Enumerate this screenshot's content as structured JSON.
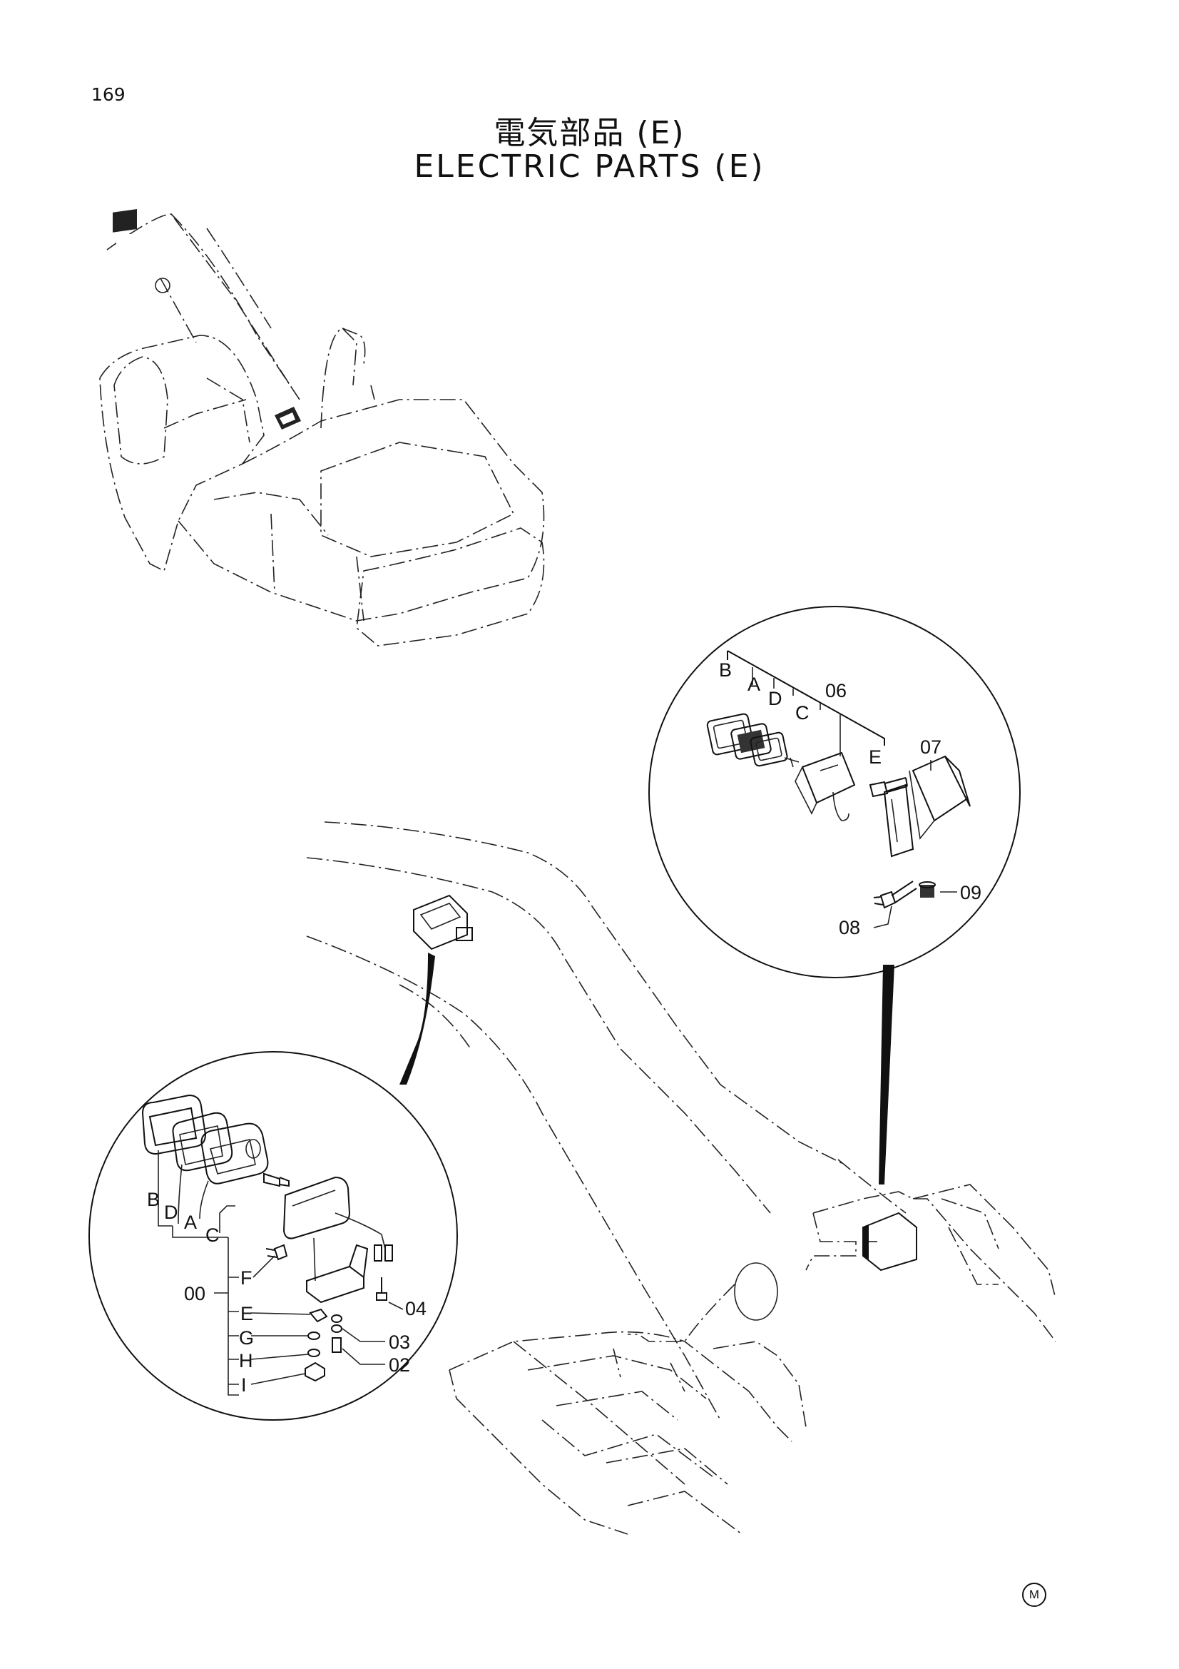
{
  "page_number": "169",
  "title_jp": "電気部品 (E)",
  "title_en": "ELECTRIC PARTS (E)",
  "upper_right_detail": {
    "labels": {
      "B": "B",
      "A": "A",
      "D": "D",
      "C": "C",
      "E": "E",
      "p06": "06",
      "p07": "07",
      "p08": "08",
      "p09": "09"
    }
  },
  "lower_left_detail": {
    "labels": {
      "B": "B",
      "D": "D",
      "A": "A",
      "C": "C",
      "F": "F",
      "E": "E",
      "G": "G",
      "H": "H",
      "I": "I",
      "p00": "00",
      "p02": "02",
      "p03": "03",
      "p04": "04"
    }
  },
  "corner_mark": "M"
}
